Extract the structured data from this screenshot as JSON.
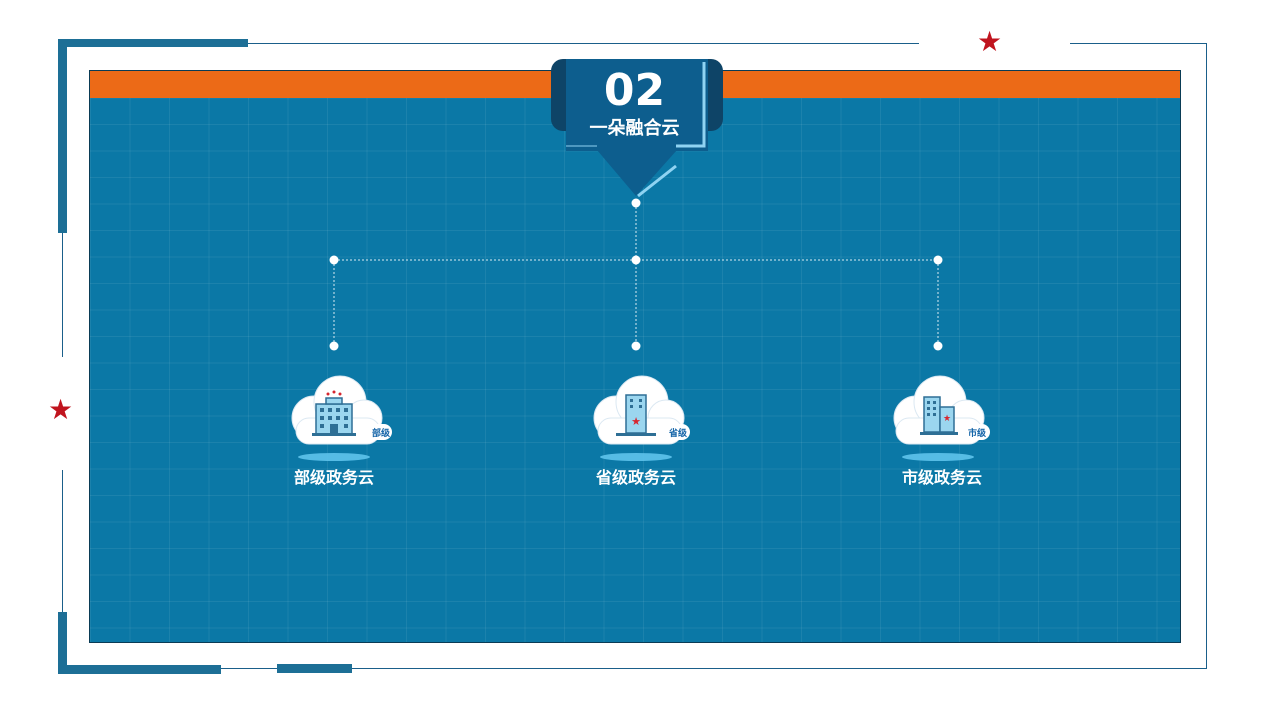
{
  "badge": {
    "number": "02",
    "subtitle": "一朵融合云"
  },
  "nodes": [
    {
      "label": "部级政务云",
      "tag": "部级",
      "icon": "ministry-building-cloud-icon"
    },
    {
      "label": "省级政务云",
      "tag": "省级",
      "icon": "province-building-cloud-icon"
    },
    {
      "label": "市级政务云",
      "tag": "市级",
      "icon": "city-building-cloud-icon"
    }
  ],
  "colors": {
    "accent": "#ec6a17",
    "panel": "#0b78a6",
    "frame": "#1d6f96",
    "star": "#c0141e"
  }
}
